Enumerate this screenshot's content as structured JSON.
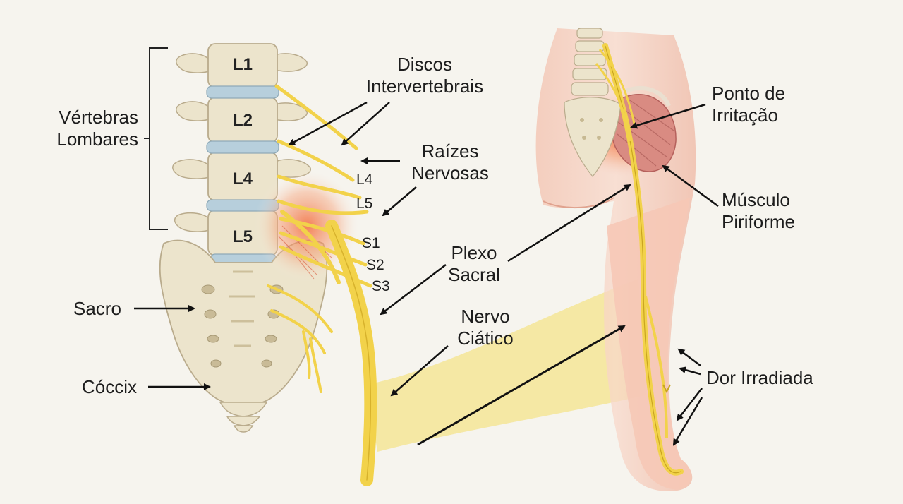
{
  "labels": {
    "vertebras_lombares": [
      "Vértebras",
      "Lombares"
    ],
    "discos": [
      "Discos",
      "Intervertebrais"
    ],
    "raizes": [
      "Raízes",
      "Nervosas"
    ],
    "plexo": [
      "Plexo",
      "Sacral"
    ],
    "nervo": [
      "Nervo",
      "Ciático"
    ],
    "sacro": "Sacro",
    "coccix": "Cóccix",
    "ponto": [
      "Ponto de",
      "Irritação"
    ],
    "musculo": [
      "Músculo",
      "Piriforme"
    ],
    "dor": "Dor Irradiada"
  },
  "vertebrae": [
    "L1",
    "L2",
    "L4",
    "L5"
  ],
  "nerve_roots": [
    "L4",
    "L5",
    "S1",
    "S2",
    "S3"
  ],
  "colors": {
    "bone": "#ece4cc",
    "disc": "#b7cfdc",
    "nerve": "#f2d24a",
    "skin": "#f6cfc0",
    "inflammation": "#f26b3a",
    "muscle": "#d87f7a"
  }
}
